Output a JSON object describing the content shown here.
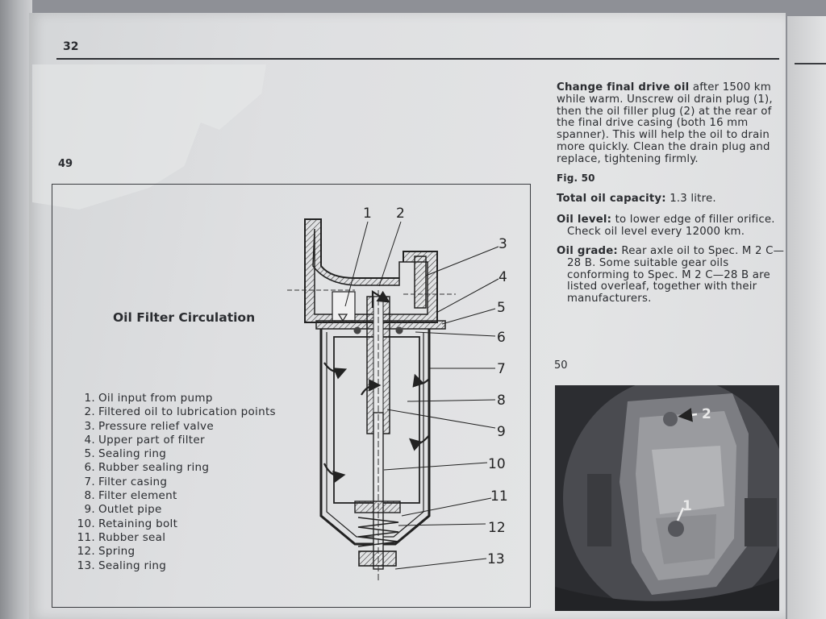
{
  "header": {
    "page_number": "32"
  },
  "figures": {
    "fig49_number": "49",
    "fig50_number": "50"
  },
  "diagram": {
    "title": "Oil Filter Circulation",
    "callouts": [
      "1",
      "2",
      "3",
      "4",
      "5",
      "6",
      "7",
      "8",
      "9",
      "10",
      "11",
      "12",
      "13"
    ],
    "legend": [
      {
        "num": "1.",
        "label": "Oil input from pump"
      },
      {
        "num": "2.",
        "label": "Filtered oil to lubrication points"
      },
      {
        "num": "3.",
        "label": "Pressure relief valve"
      },
      {
        "num": "4.",
        "label": "Upper part of filter"
      },
      {
        "num": "5.",
        "label": "Sealing ring"
      },
      {
        "num": "6.",
        "label": "Rubber sealing ring"
      },
      {
        "num": "7.",
        "label": "Filter casing"
      },
      {
        "num": "8.",
        "label": "Filter element"
      },
      {
        "num": "9.",
        "label": "Outlet pipe"
      },
      {
        "num": "10.",
        "label": "Retaining bolt"
      },
      {
        "num": "11.",
        "label": "Rubber seal"
      },
      {
        "num": "12.",
        "label": "Spring"
      },
      {
        "num": "13.",
        "label": "Sealing ring"
      }
    ]
  },
  "text": {
    "change_oil_heading": "Change final drive oil",
    "change_oil_body": "after 1500 km while warm. Unscrew oil drain plug (1), then the oil filler plug (2) at the rear of the final drive casing (both 16 mm spanner). This will help the oil to drain more quickly. Clean the drain plug and replace, tightening firmly.",
    "fig_ref": "Fig. 50",
    "capacity_heading": "Total oil capacity:",
    "capacity_value": "1.3 litre.",
    "level_heading": "Oil level:",
    "level_body": "to lower edge of filler orifice. Check oil level every 12000 km.",
    "grade_heading": "Oil grade:",
    "grade_body": "Rear axle oil to Spec. M 2 C—28 B. Some suitable gear oils conforming to Spec. M 2 C—28 B are listed overleaf, together with their manufacturers."
  },
  "photo": {
    "label_drain": "1",
    "label_filler": "2"
  }
}
